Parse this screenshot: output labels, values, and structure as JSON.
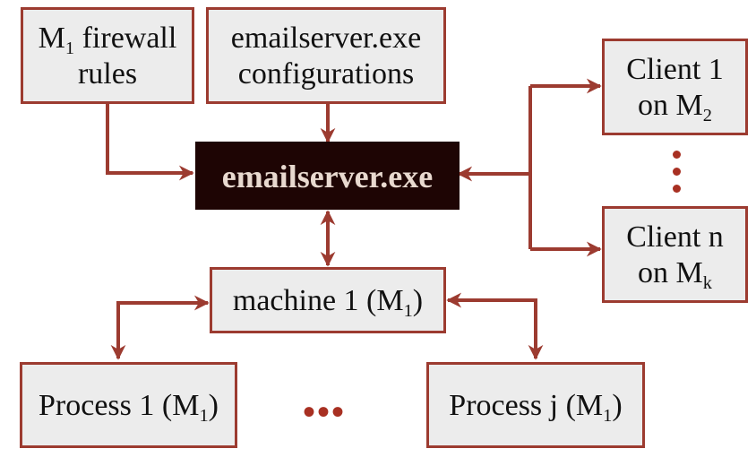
{
  "colors": {
    "edge": "#9c3b30",
    "center_fill": "#1e0504",
    "center_text": "#e8d9cf",
    "node_fill": "#ececec",
    "dots": "#a83022"
  },
  "nodes": {
    "firewall": {
      "main": "M",
      "sub": "1",
      "rest": " firewall",
      "line2": "rules"
    },
    "config": {
      "line1": "emailserver.exe",
      "line2": "configurations"
    },
    "center": {
      "label": "emailserver.exe"
    },
    "client1": {
      "line1": "Client 1",
      "line2_main": "on M",
      "line2_sub": "2"
    },
    "clientn": {
      "line1": "Client n",
      "line2_main": "on M",
      "line2_sub": "k"
    },
    "machine": {
      "main": "machine 1 (M",
      "sub": "1",
      "close": ")"
    },
    "process1": {
      "main": "Process 1 (M",
      "sub": "1",
      "close": ")"
    },
    "processj": {
      "main": "Process j (M",
      "sub": "1",
      "close": ")"
    }
  },
  "ellipsis_h": "•••"
}
